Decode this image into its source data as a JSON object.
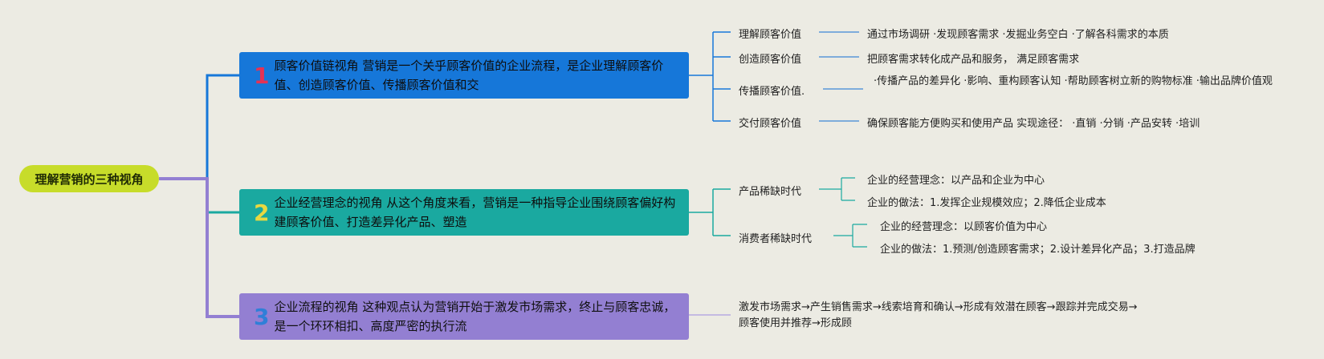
{
  "root": {
    "label": "理解营销的三种视角"
  },
  "topics": [
    {
      "num": "1",
      "text": "顾客价值链视角 营销是一个关乎顾客价值的企业流程，是企业理解顾客价值、创造顾客价值、传播顾客价值和交"
    },
    {
      "num": "2",
      "text": "企业经营理念的视角 从这个角度来看，营销是一种指导企业围绕顾客偏好构建顾客价值、打造差异化产品、塑造"
    },
    {
      "num": "3",
      "text": "企业流程的视角 这种观点认为营销开始于激发市场需求，终止与顾客忠诚，是一个环环相扣、高度严密的执行流"
    }
  ],
  "branch1": [
    {
      "label": "理解顾客价值",
      "detail": "通过市场调研 ·发现顾客需求 ·发掘业务空白 ·了解各科需求的本质"
    },
    {
      "label": "创造顾客价值",
      "detail": "把顾客需求转化成产品和服务， 满足顾客需求"
    },
    {
      "label": "传播顾客价值.",
      "detail": "·传播产品的差异化 ·影响、重构顾客认知 ·帮助顾客树立新的购物标准 ·输出品牌价值观"
    },
    {
      "label": "交付顾客价值",
      "detail": "确保顾客能方便购买和使用产品 实现途径：  ·直销 ·分销 ·产品安转 ·培训"
    }
  ],
  "branch2": [
    {
      "label": "产品稀缺时代",
      "items": [
        "企业的经营理念：以产品和企业为中心",
        "企业的做法：1.发挥企业规模效应；2.降低企业成本"
      ]
    },
    {
      "label": "消费者稀缺时代",
      "items": [
        "企业的经营理念：以顾客价值为中心",
        "企业的做法：1.预测/创造顾客需求；2.设计差异化产品；3.打造品牌"
      ]
    }
  ],
  "branch3": {
    "detail": "激发市场需求→产生销售需求→线索培育和确认→形成有效潜在顾客→跟踪并完成交易→顾客使用并推荐→形成顾"
  },
  "colors": {
    "root": "#c7dc2a",
    "topic1": "#1677d9",
    "topic2": "#1aa9a0",
    "topic3": "#937fd2",
    "background": "#ecebe3"
  }
}
